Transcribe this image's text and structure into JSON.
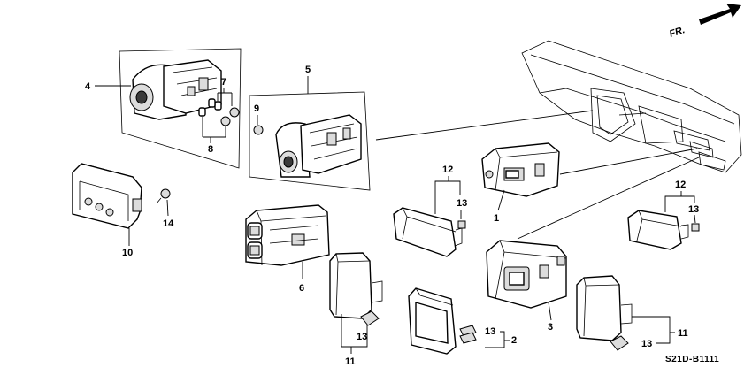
{
  "diagram_code": "S21D-B1111",
  "front_arrow": "FR.",
  "callouts": {
    "c1": "1",
    "c2": "2",
    "c3": "3",
    "c4": "4",
    "c5": "5",
    "c6": "6",
    "c7": "7",
    "c8": "8",
    "c9": "9",
    "c10": "10",
    "c11a": "11",
    "c11b": "11",
    "c12a": "12",
    "c12b": "12",
    "c13a": "13",
    "c13b": "13",
    "c13c": "13",
    "c13d": "13",
    "c13e": "13",
    "c14": "14"
  }
}
